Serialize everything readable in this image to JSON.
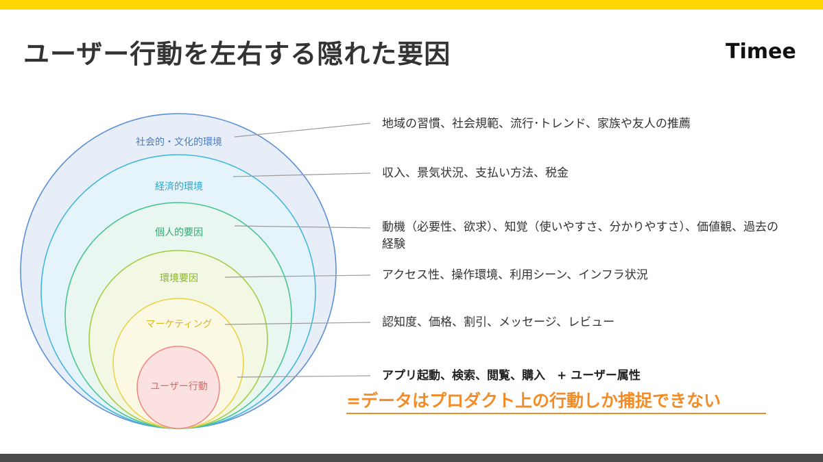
{
  "slide": {
    "title": "ユーザー行動を左右する隠れた要因",
    "logo": "Timee"
  },
  "diagram": {
    "circles": [
      {
        "label": "社会的・文化的環境",
        "description": "地域の習慣、社会規範、流行･トレンド、家族や友人の推薦",
        "stroke": "#5B8FD6",
        "fill": "#E8EEF8",
        "label_color": "#4A7CC2"
      },
      {
        "label": "経済的環境",
        "description": "収入、景気状況、支払い方法、税金",
        "stroke": "#43B7DA",
        "fill": "#E5F4FA",
        "label_color": "#2EA5CE"
      },
      {
        "label": "個人的要因",
        "description": "動機（必要性、欲求）、知覚（使いやすさ、分かりやすさ）、価値観、過去の経験",
        "stroke": "#47C48F",
        "fill": "#E9F7F0",
        "label_color": "#31A874"
      },
      {
        "label": "環境要因",
        "description": "アクセス性、操作環境、利用シーン、インフラ状況",
        "stroke": "#A7CC44",
        "fill": "#F2F8E4",
        "label_color": "#8DB52A"
      },
      {
        "label": "マーケティング",
        "description": "認知度、価格、割引、メッセージ、レビュー",
        "stroke": "#EBD24A",
        "fill": "#FBF8E4",
        "label_color": "#D8B91E"
      },
      {
        "label": "ユーザー行動",
        "description": "アプリ起動、検索、閲覧、購入　+ ユーザー属性",
        "stroke": "#EE8A86",
        "fill": "#FBE1E0",
        "label_color": "#D66D67"
      }
    ],
    "conclusion": "=データはプロダクト上の行動しか捕捉できない"
  }
}
